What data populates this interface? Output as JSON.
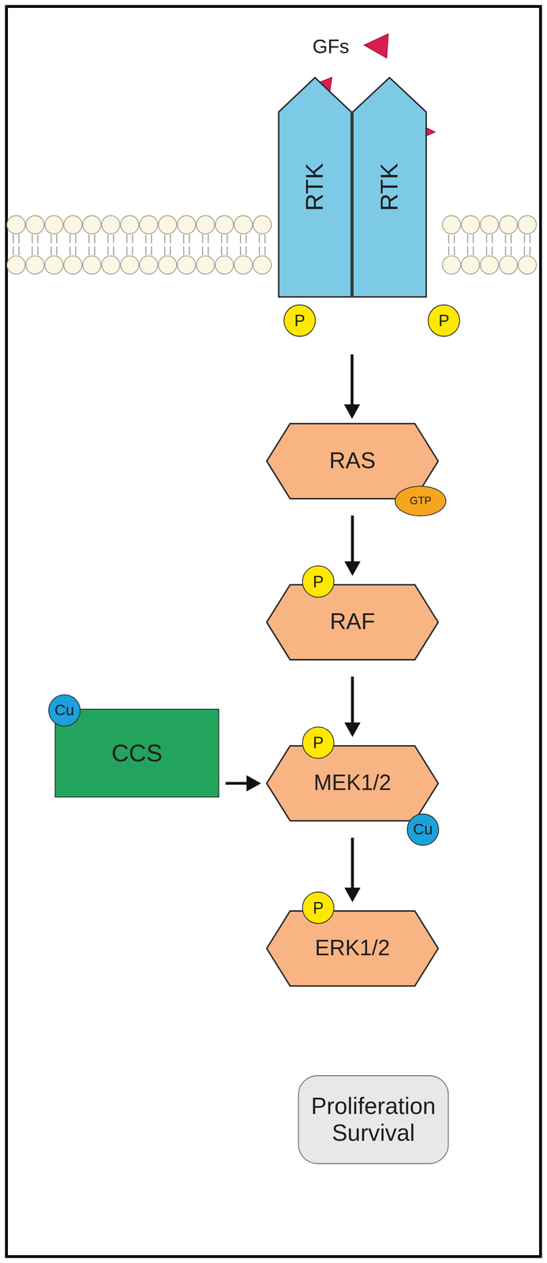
{
  "diagram": {
    "nodes": [
      {
        "text": [
          "RTK"
        ]
      },
      {
        "text": [
          "RTK"
        ]
      },
      {
        "text": [
          "P"
        ]
      },
      {
        "text": [
          "P"
        ]
      },
      {
        "text": [
          "RAS"
        ]
      },
      {
        "text": [
          "GTP"
        ]
      },
      {
        "text": [
          "P"
        ]
      },
      {
        "text": [
          "RAF"
        ]
      },
      {
        "text": [
          "Cu"
        ]
      },
      {
        "text": [
          "CCS"
        ]
      },
      {
        "text": [
          "P"
        ]
      },
      {
        "text": [
          "MEK1/2"
        ]
      },
      {
        "text": [
          "Cu"
        ]
      },
      {
        "text": [
          "P"
        ]
      },
      {
        "text": [
          "ERK1/2"
        ]
      },
      {
        "text": [
          "Proliferation Survival"
        ]
      }
    ],
    "edges": [
      {
        "from": 0,
        "to": 4,
        "arrow": "to"
      },
      {
        "from": 4,
        "to": 7,
        "arrow": "to"
      },
      {
        "from": 7,
        "to": 11,
        "arrow": "to"
      },
      {
        "from": 9,
        "to": 11,
        "arrow": "to"
      },
      {
        "from": 11,
        "to": 14,
        "arrow": "to"
      }
    ],
    "labels": [
      "GFs"
    ]
  }
}
